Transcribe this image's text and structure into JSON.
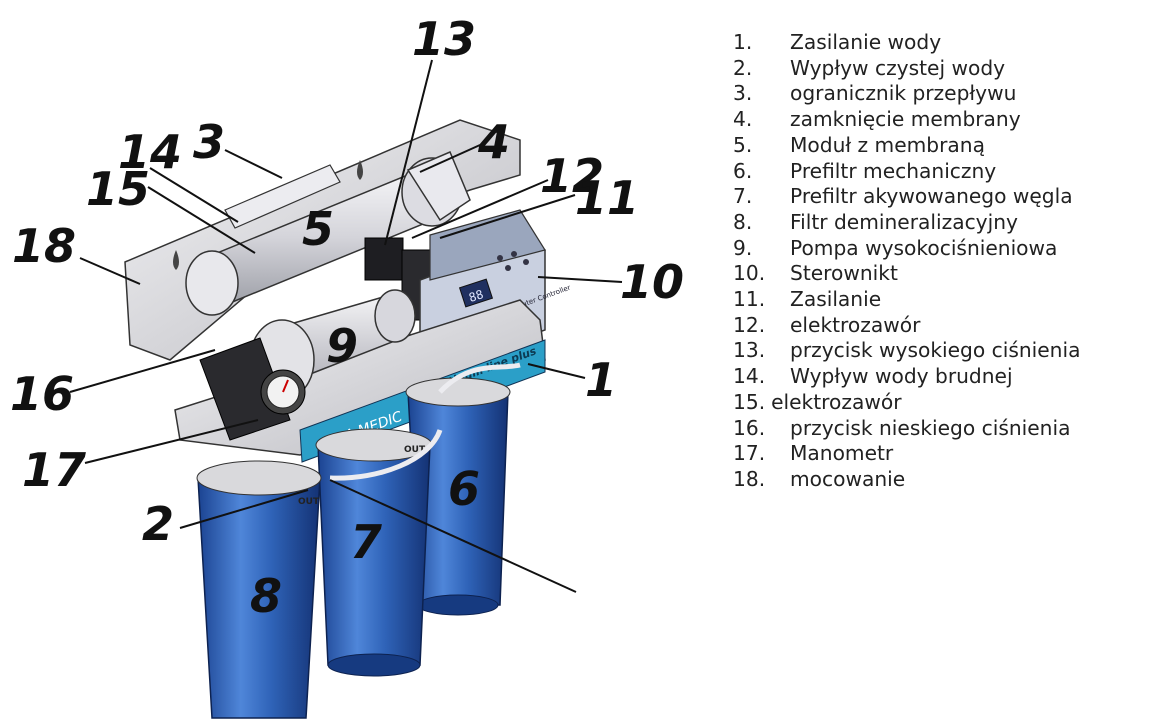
{
  "diagram": {
    "brand_text": "AQUA MEDIC",
    "product_text": "platinum line plus",
    "controller_text": "RO Computer Controller",
    "display_text": "88",
    "port_label": "OUT",
    "callouts": [
      "1",
      "2",
      "3",
      "4",
      "5",
      "6",
      "7",
      "8",
      "9",
      "10",
      "11",
      "12",
      "13",
      "14",
      "15",
      "16",
      "17",
      "18"
    ]
  },
  "legend": [
    {
      "num": "1.",
      "label": "Zasilanie wody"
    },
    {
      "num": "2.",
      "label": "Wypływ czystej wody"
    },
    {
      "num": "3.",
      "label": "ogranicznik przepływu"
    },
    {
      "num": "4.",
      "label": "zamknięcie membrany"
    },
    {
      "num": "5.",
      "label": "Moduł z membraną"
    },
    {
      "num": "6.",
      "label": "Prefiltr mechaniczny"
    },
    {
      "num": "7.",
      "label": "Prefiltr akywowanego węgla"
    },
    {
      "num": "8.",
      "label": "Filtr demineralizacyjny"
    },
    {
      "num": "9.",
      "label": "Pompa wysokociśnieniowa"
    },
    {
      "num": "10.",
      "label": "Sterownikt"
    },
    {
      "num": "11.",
      "label": "Zasilanie"
    },
    {
      "num": "12.",
      "label": "elektrozawór"
    },
    {
      "num": "13.",
      "label": "przycisk wysokiego ciśnienia"
    },
    {
      "num": "14.",
      "label": "Wypływ wody brudnej"
    },
    {
      "num": "15.",
      "label": "elektrozawór"
    },
    {
      "num": "16.",
      "label": "przycisk nieskiego ciśnienia"
    },
    {
      "num": "17.",
      "label": "Manometr"
    },
    {
      "num": "18.",
      "label": "mocowanie"
    }
  ],
  "colors": {
    "housing_blue": "#2f63b8",
    "housing_dark": "#163a80",
    "metal": "#d9d9dc",
    "metal_dark": "#9a9aa0",
    "brand_band": "#2b9fc8",
    "controller": "#bcc6d8",
    "pump_dark": "#2a2a2e"
  }
}
